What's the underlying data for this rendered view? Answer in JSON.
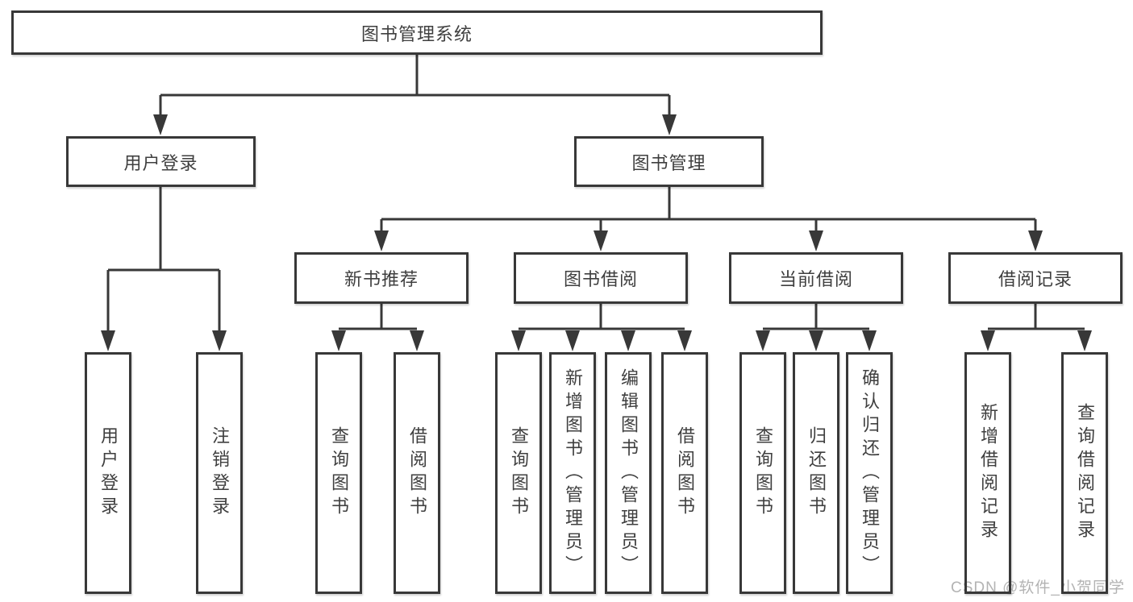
{
  "diagram": {
    "title": "图书管理系统",
    "root": {
      "label": "图书管理系统"
    },
    "branches": [
      {
        "label": "用户登录",
        "children": [
          {
            "label": "用户登录"
          },
          {
            "label": "注销登录"
          }
        ]
      },
      {
        "label": "图书管理",
        "children": [
          {
            "label": "新书推荐",
            "children": [
              {
                "label": "查询图书"
              },
              {
                "label": "借阅图书"
              }
            ]
          },
          {
            "label": "图书借阅",
            "children": [
              {
                "label": "查询图书"
              },
              {
                "label": "新增图书（管理员）"
              },
              {
                "label": "编辑图书（管理员）"
              },
              {
                "label": "借阅图书"
              }
            ]
          },
          {
            "label": "当前借阅",
            "children": [
              {
                "label": "查询图书"
              },
              {
                "label": "归还图书"
              },
              {
                "label": "确认归还（管理员）"
              }
            ]
          },
          {
            "label": "借阅记录",
            "children": [
              {
                "label": "新增借阅记录"
              },
              {
                "label": "查询借阅记录"
              }
            ]
          }
        ]
      }
    ]
  },
  "watermark": {
    "text": "CSDN @软件_小贺同学"
  },
  "colors": {
    "line": "#383838",
    "text": "#3f3f3f",
    "watermark": "#b3b3b3",
    "background": "#ffffff"
  }
}
